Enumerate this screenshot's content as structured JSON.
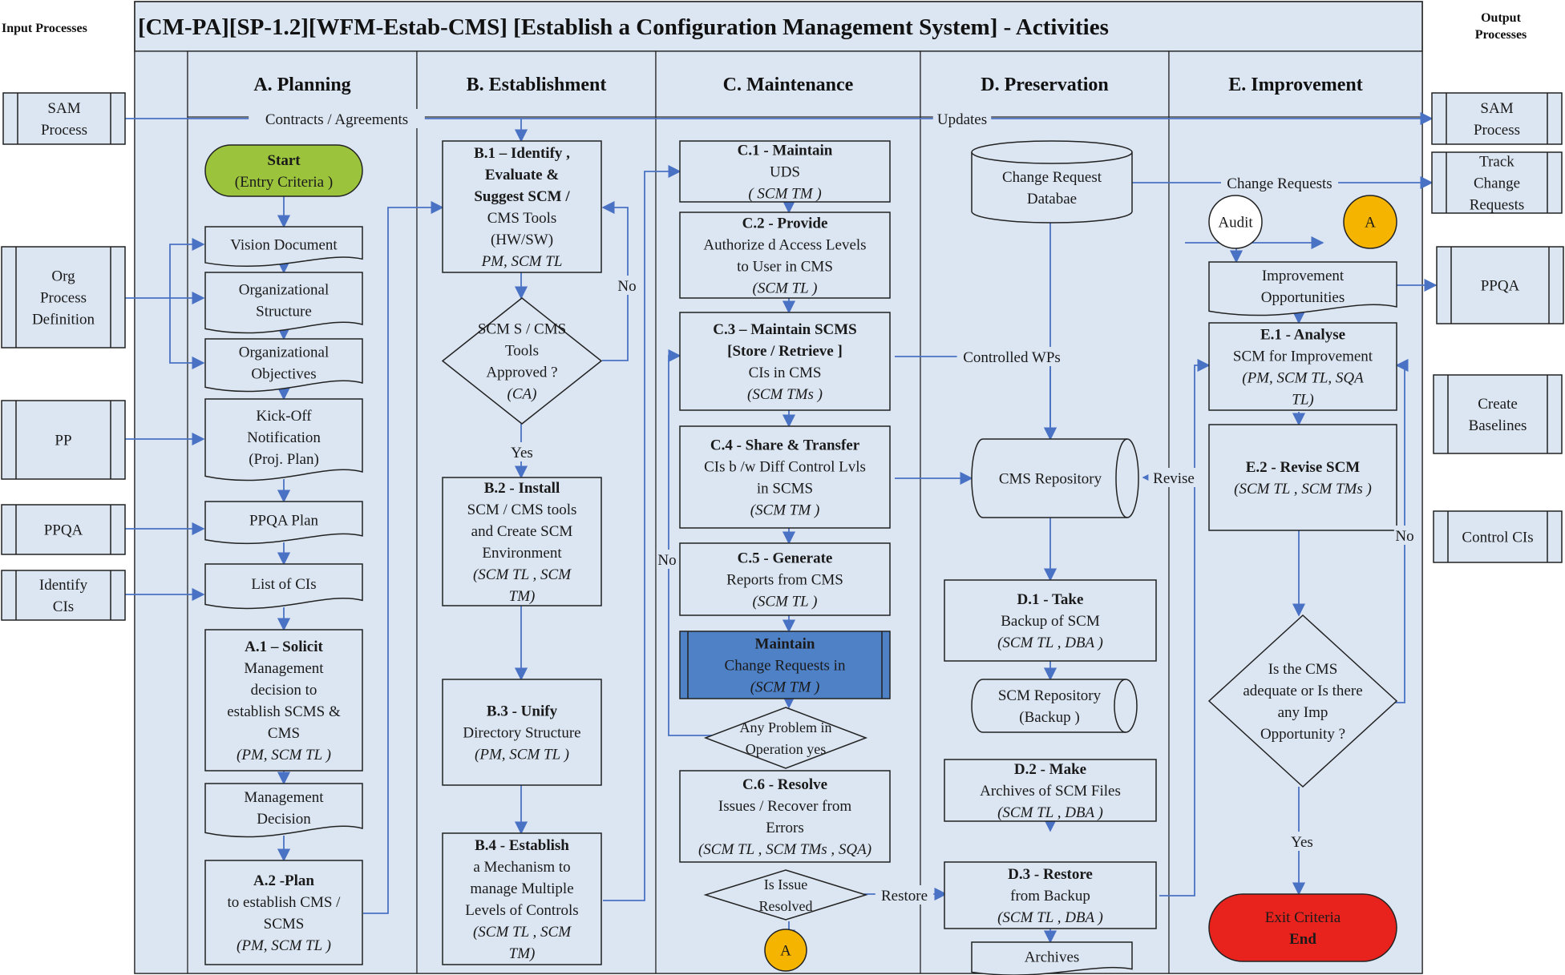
{
  "title": "[CM-PA][SP-1.2][WFM-Estab-CMS] [Establish a Configuration Management System] - Activities",
  "side_labels": {
    "input": "Input Processes",
    "output": [
      "Output",
      "Processes"
    ]
  },
  "lanes": [
    {
      "id": "A",
      "label": "A. Planning"
    },
    {
      "id": "B",
      "label": "B. Establishment"
    },
    {
      "id": "C",
      "label": "C. Maintenance"
    },
    {
      "id": "D",
      "label": "D. Preservation"
    },
    {
      "id": "E",
      "label": "E. Improvement"
    }
  ],
  "colors": {
    "lane_fill": "#dce6f2",
    "line": "#4a72c4",
    "start": "#9bc33c",
    "end": "#e8221d",
    "connector": "#f5b400",
    "highlight": "#4f81c7"
  },
  "inputs": [
    {
      "id": "in-sam",
      "lines": [
        "SAM",
        "Process"
      ]
    },
    {
      "id": "in-opd",
      "lines": [
        "Org",
        "Process",
        "Definition"
      ]
    },
    {
      "id": "in-pp",
      "lines": [
        "PP"
      ]
    },
    {
      "id": "in-ppqa",
      "lines": [
        "PPQA"
      ]
    },
    {
      "id": "in-identify",
      "lines": [
        "Identify",
        "CIs"
      ]
    }
  ],
  "outputs": [
    {
      "id": "out-sam",
      "lines": [
        "SAM",
        "Process"
      ]
    },
    {
      "id": "out-track",
      "lines": [
        "Track",
        "Change",
        "Requests"
      ]
    },
    {
      "id": "out-ppqa",
      "lines": [
        "PPQA"
      ]
    },
    {
      "id": "out-baselines",
      "lines": [
        "Create",
        "Baselines"
      ]
    },
    {
      "id": "out-control",
      "lines": [
        "Control CIs"
      ]
    }
  ],
  "nodes": [
    {
      "id": "start",
      "lines": [
        [
          "Start",
          true
        ],
        [
          "(Entry Criteria )",
          false
        ]
      ]
    },
    {
      "id": "vision-doc",
      "lines": [
        [
          "Vision Document",
          false
        ]
      ]
    },
    {
      "id": "org-structure",
      "lines": [
        [
          "Organizational",
          false
        ],
        [
          "Structure",
          false
        ]
      ]
    },
    {
      "id": "org-objectives",
      "lines": [
        [
          "Organizational",
          false
        ],
        [
          "Objectives",
          false
        ]
      ]
    },
    {
      "id": "kickoff",
      "lines": [
        [
          "Kick-Off",
          false
        ],
        [
          "Notification",
          false
        ],
        [
          "(Proj. Plan)",
          false
        ]
      ]
    },
    {
      "id": "ppqa-plan",
      "lines": [
        [
          "PPQA Plan",
          false
        ]
      ]
    },
    {
      "id": "list-cis",
      "lines": [
        [
          "List of CIs",
          false
        ]
      ]
    },
    {
      "id": "a1",
      "lines": [
        [
          "A.1 – Solicit",
          true
        ],
        [
          "Management",
          false
        ],
        [
          "decision  to",
          false
        ],
        [
          "establish  SCMS &",
          false
        ],
        [
          "CMS",
          false
        ],
        [
          "(PM, SCM TL )",
          false,
          true
        ]
      ]
    },
    {
      "id": "mgmt-decision",
      "lines": [
        [
          "Management",
          false
        ],
        [
          "Decision",
          false
        ]
      ]
    },
    {
      "id": "a2",
      "lines": [
        [
          "A.2 -Plan",
          true
        ],
        [
          "to establish CMS /",
          false
        ],
        [
          "SCMS",
          false
        ],
        [
          "(PM, SCM TL )",
          false,
          true
        ]
      ]
    },
    {
      "id": "b1",
      "lines": [
        [
          "B.1 – Identify ,",
          true
        ],
        [
          "Evaluate  &",
          true
        ],
        [
          "Suggest SCM /",
          true
        ],
        [
          "CMS Tools",
          false
        ],
        [
          "(HW/SW)",
          false
        ],
        [
          "PM, SCM TL",
          false,
          true
        ]
      ]
    },
    {
      "id": "b-decision",
      "lines": [
        [
          "SCM S / CMS",
          false
        ],
        [
          "Tools",
          false
        ],
        [
          "Approved ?",
          false
        ],
        [
          "(CA)",
          false,
          true
        ]
      ]
    },
    {
      "id": "b2",
      "lines": [
        [
          "B.2 - Install",
          true
        ],
        [
          "SCM / CMS tools",
          false
        ],
        [
          "and Create SCM",
          false
        ],
        [
          "Environment",
          false
        ],
        [
          "(SCM TL , SCM",
          false,
          true
        ],
        [
          "TM)",
          false,
          true
        ]
      ]
    },
    {
      "id": "b3",
      "lines": [
        [
          "B.3 - Unify",
          true
        ],
        [
          "Directory Structure",
          false
        ],
        [
          "(PM, SCM TL )",
          false,
          true
        ]
      ]
    },
    {
      "id": "b4",
      "lines": [
        [
          "B.4 - Establish",
          true
        ],
        [
          "a Mechanism to",
          false
        ],
        [
          "manage Multiple",
          false
        ],
        [
          "Levels of Controls",
          false
        ],
        [
          "(SCM TL , SCM",
          false,
          true
        ],
        [
          "TM)",
          false,
          true
        ]
      ]
    },
    {
      "id": "c1",
      "lines": [
        [
          "C.1 - Maintain",
          true
        ],
        [
          "UDS",
          false
        ],
        [
          "( SCM TM )",
          false,
          true
        ]
      ]
    },
    {
      "id": "c2",
      "lines": [
        [
          "C.2 - Provide",
          true
        ],
        [
          "Authorize d Access Levels",
          false
        ],
        [
          "to User in CMS",
          false
        ],
        [
          "(SCM TL )",
          false,
          true
        ]
      ]
    },
    {
      "id": "c3",
      "lines": [
        [
          "C.3 – Maintain SCMS",
          true
        ],
        [
          "[Store / Retrieve ]",
          true
        ],
        [
          "CIs in CMS",
          false
        ],
        [
          "(SCM TMs )",
          false,
          true
        ]
      ]
    },
    {
      "id": "c4",
      "lines": [
        [
          "C.4 - Share  & Transfer",
          true
        ],
        [
          "CIs b /w Diff Control Lvls",
          false
        ],
        [
          "in SCMS",
          false
        ],
        [
          "(SCM TM )",
          false,
          true
        ]
      ]
    },
    {
      "id": "c5",
      "lines": [
        [
          "C.5 - Generate",
          true
        ],
        [
          "Reports from CMS",
          false
        ],
        [
          "(SCM TL )",
          false,
          true
        ]
      ]
    },
    {
      "id": "c-maintain-cr",
      "lines": [
        [
          "Maintain",
          true
        ],
        [
          "Change Requests in",
          false
        ],
        [
          "(SCM TM )",
          false,
          true
        ]
      ]
    },
    {
      "id": "c-problem",
      "lines": [
        [
          "Any Problem in",
          false
        ],
        [
          "Operation yes",
          false
        ]
      ]
    },
    {
      "id": "c6",
      "lines": [
        [
          "C.6 - Resolve",
          true
        ],
        [
          "Issues  / Recover from",
          false
        ],
        [
          "Errors",
          false
        ],
        [
          "(SCM TL , SCM TMs , SQA)",
          false,
          true
        ]
      ]
    },
    {
      "id": "c-resolved",
      "lines": [
        [
          "Is Issue",
          false
        ],
        [
          "Resolved",
          false
        ]
      ]
    },
    {
      "id": "conn-a-bottom",
      "lines": [
        [
          "A",
          false
        ]
      ]
    },
    {
      "id": "cr-db",
      "lines": [
        [
          "Change Request",
          false
        ],
        [
          "Databae",
          false
        ]
      ]
    },
    {
      "id": "cms-repo",
      "lines": [
        [
          "CMS Repository",
          false
        ]
      ]
    },
    {
      "id": "d1",
      "lines": [
        [
          "D.1 - Take",
          true
        ],
        [
          "Backup of SCM",
          false
        ],
        [
          "(SCM TL , DBA )",
          false,
          true
        ]
      ]
    },
    {
      "id": "scm-backup",
      "lines": [
        [
          "SCM Repository",
          false
        ],
        [
          "(Backup )",
          false
        ]
      ]
    },
    {
      "id": "d2",
      "lines": [
        [
          "D.2 - Make",
          true
        ],
        [
          "Archives of SCM Files",
          false
        ],
        [
          "(SCM TL , DBA )",
          false,
          true
        ]
      ]
    },
    {
      "id": "d3",
      "lines": [
        [
          "D.3 - Restore",
          true
        ],
        [
          "from Backup",
          false
        ],
        [
          "(SCM TL , DBA )",
          false,
          true
        ]
      ]
    },
    {
      "id": "archives",
      "lines": [
        [
          "Archives",
          false
        ]
      ]
    },
    {
      "id": "audit",
      "lines": [
        [
          "Audit",
          false
        ]
      ]
    },
    {
      "id": "conn-a-top",
      "lines": [
        [
          "A",
          false
        ]
      ]
    },
    {
      "id": "improvement-opps",
      "lines": [
        [
          "Improvement",
          false
        ],
        [
          "Opportunities",
          false
        ]
      ]
    },
    {
      "id": "e1",
      "lines": [
        [
          "E.1 - Analyse",
          true
        ],
        [
          "SCM for Improvement",
          false
        ],
        [
          "(PM, SCM TL, SQA",
          false,
          true
        ],
        [
          "TL)",
          false,
          true
        ]
      ]
    },
    {
      "id": "e2",
      "lines": [
        [
          "E.2 - Revise  SCM",
          true
        ],
        [
          "(SCM TL , SCM TMs )",
          false,
          true
        ]
      ]
    },
    {
      "id": "e-decision",
      "lines": [
        [
          "Is the CMS",
          false
        ],
        [
          "adequate or Is there",
          false
        ],
        [
          "any Imp",
          false
        ],
        [
          "Opportunity  ?",
          false
        ]
      ]
    },
    {
      "id": "exit",
      "lines": [
        [
          "Exit Criteria",
          false
        ],
        [
          "End",
          true
        ]
      ]
    }
  ],
  "edge_labels": [
    {
      "id": "lbl-contracts",
      "text": "Contracts  / Agreements"
    },
    {
      "id": "lbl-updates",
      "text": "Updates"
    },
    {
      "id": "lbl-no-b",
      "text": "No"
    },
    {
      "id": "lbl-yes-b",
      "text": "Yes"
    },
    {
      "id": "lbl-no-c",
      "text": "No"
    },
    {
      "id": "lbl-controlled",
      "text": "Controlled WPs"
    },
    {
      "id": "lbl-change-req",
      "text": "Change Requests"
    },
    {
      "id": "lbl-revise",
      "text": "Revise"
    },
    {
      "id": "lbl-restore",
      "text": "Restore"
    },
    {
      "id": "lbl-no-e",
      "text": "No"
    },
    {
      "id": "lbl-yes-e",
      "text": "Yes"
    }
  ]
}
